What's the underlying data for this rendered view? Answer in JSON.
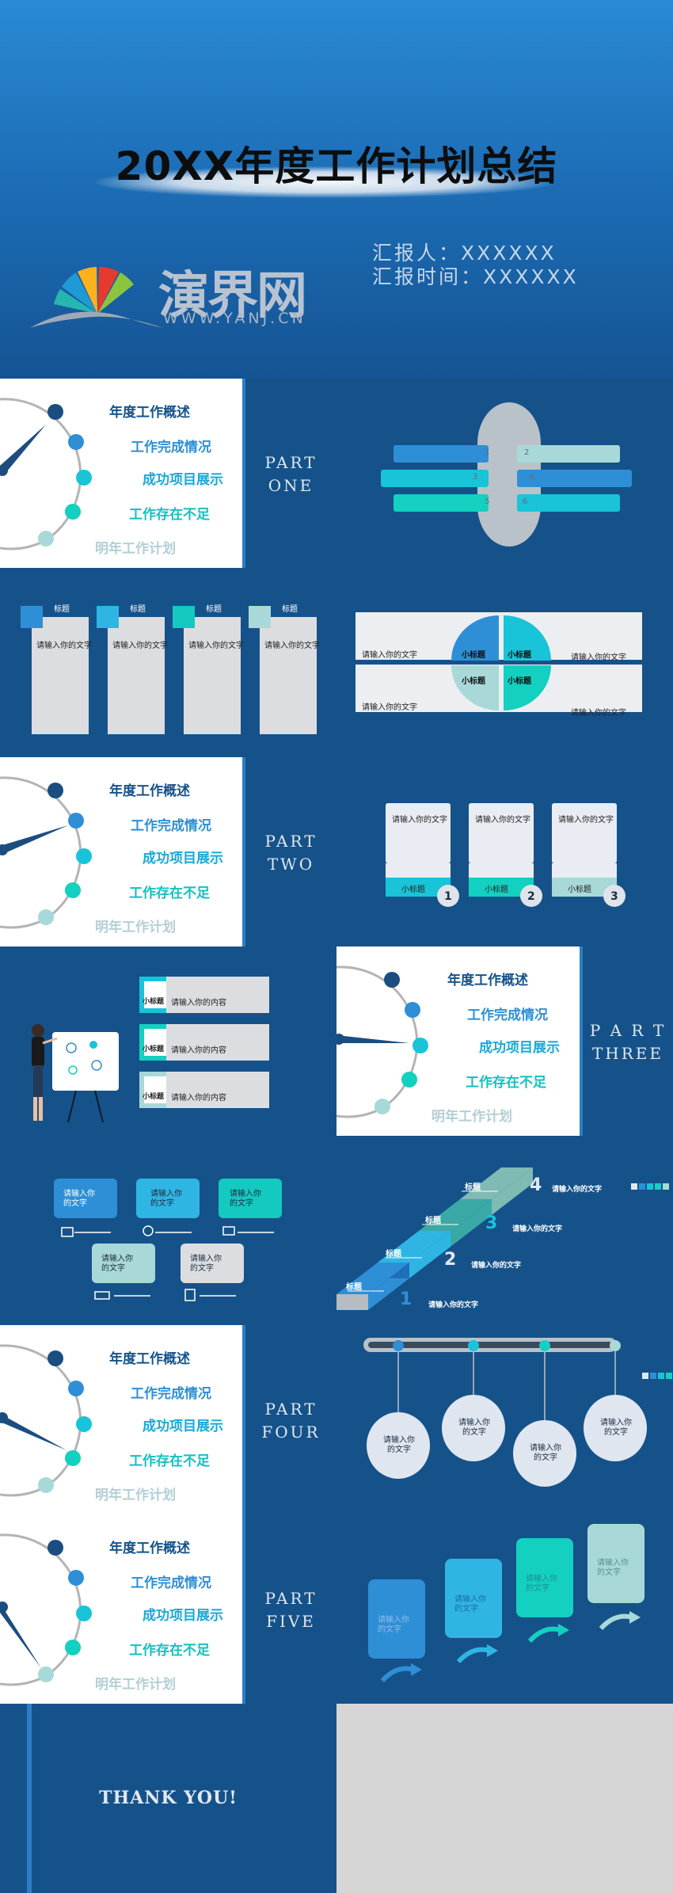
{
  "cover": {
    "title": "20XX年度工作计划总结",
    "reporter": "汇报人：XXXXXX",
    "report_time": "汇报时间：XXXXXX",
    "logo_text": "演界网",
    "logo_url": "WWW.YANJ.CN"
  },
  "menu": {
    "items": [
      "年度工作概述",
      "工作完成情况",
      "成功项目展示",
      "工作存在不足",
      "明年工作计划"
    ]
  },
  "parts": {
    "one": [
      "PART",
      "ONE"
    ],
    "two": [
      "PART",
      "TWO"
    ],
    "three": [
      "P A R T",
      "THREE"
    ],
    "four": [
      "PART",
      "FOUR"
    ],
    "five": [
      "PART",
      "FIVE"
    ]
  },
  "slide_bars": {
    "labels": [
      "1",
      "2",
      "3",
      "4",
      "5",
      "6"
    ]
  },
  "slide_titles": {
    "label": "标题",
    "text": "请输入你的文字"
  },
  "slide_quad": {
    "center": "小标题",
    "text": "请输入你的文字"
  },
  "slide_cards": {
    "text": "请输入你的文字",
    "subtitle": "小标题",
    "numbers": [
      "1",
      "2",
      "3"
    ]
  },
  "slide_person": {
    "tag": "小标题",
    "text": "请输入你的内容"
  },
  "slide_icons": {
    "text": "请输入你的文字"
  },
  "slide_stairs": {
    "label": "标题",
    "numbers": [
      "1",
      "2",
      "3",
      "4"
    ],
    "text": "请输入你的文字"
  },
  "slide_timeline": {
    "text": "请输入你的文字"
  },
  "slide_arrows": {
    "text": "请输入你的文字"
  },
  "thanks": {
    "text": "THANK YOU!"
  },
  "colors": {
    "navy": "#16528a",
    "blue": "#2e8fd6",
    "cyan": "#19c3d8",
    "teal": "#14d0c0",
    "mint": "#a8d9d8"
  }
}
